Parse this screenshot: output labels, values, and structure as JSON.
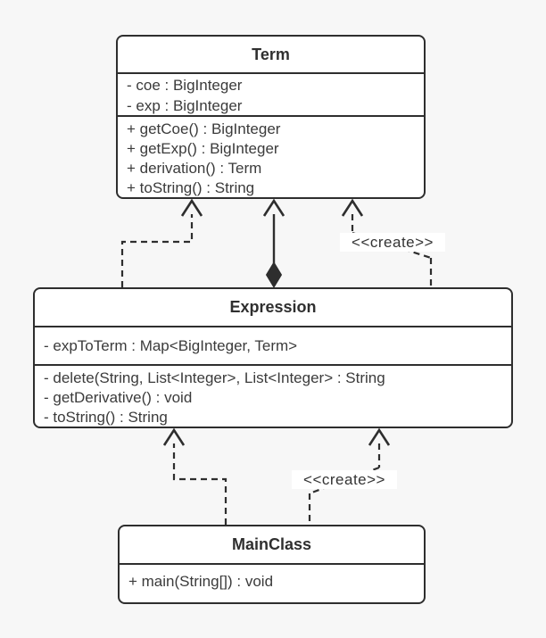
{
  "diagram": {
    "type": "uml-class-diagram",
    "background_color": "#f7f7f7",
    "line_color": "#2e2e2e",
    "box_fill_color": "#ffffff",
    "classes": [
      {
        "name": "Term",
        "fields": [
          "- coe : BigInteger",
          "- exp : BigInteger"
        ],
        "methods": [
          "+ getCoe() : BigInteger",
          "+ getExp() : BigInteger",
          "+ derivation() : Term",
          "+ toString() : String"
        ]
      },
      {
        "name": "Expression",
        "fields": [
          "- expToTerm : Map<BigInteger, Term>"
        ],
        "methods": [
          "- delete(String, List<Integer>, List<Integer> : String",
          "- getDerivative() : void",
          "- toString() : String"
        ]
      },
      {
        "name": "MainClass",
        "fields": [],
        "methods": [
          "+ main(String[]) : void"
        ]
      }
    ],
    "relationships": [
      {
        "from": "Expression",
        "to": "Term",
        "kind": "dependency-dashed"
      },
      {
        "from": "Expression",
        "to": "Term",
        "kind": "composition-solid-diamond"
      },
      {
        "from": "Expression",
        "to": "Term",
        "kind": "create-dependency",
        "label": "<<create>>"
      },
      {
        "from": "MainClass",
        "to": "Expression",
        "kind": "dependency-dashed"
      },
      {
        "from": "MainClass",
        "to": "Expression",
        "kind": "create-dependency",
        "label": "<<create>>"
      }
    ],
    "labels": {
      "create_top": "<<create>>",
      "create_bottom": "<<create>>"
    }
  }
}
